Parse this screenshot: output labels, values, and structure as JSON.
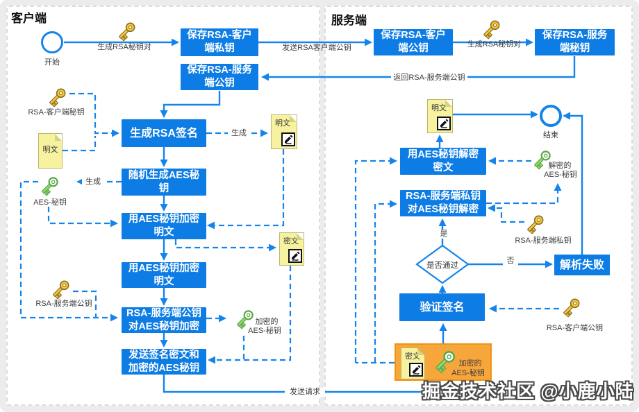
{
  "colors": {
    "accent": "#0d7ce4",
    "line": "#1584ea",
    "note_yellow": "#f6f2a0",
    "orange": "#f7a63b",
    "key_gold": "#f6c83b",
    "key_green": "#90da68"
  },
  "client": {
    "title": "客户端",
    "start": "开始",
    "nodes": {
      "save_client_private": "保存RSA-客户\n端私钥",
      "save_server_public": "保存RSA-服务\n端公钥",
      "gen_rsa_sign": "生成RSA签名",
      "gen_aes": "随机生成AES秘\n钥",
      "aes_encrypt1": "用AES秘钥加密\n明文",
      "aes_encrypt2": "用AES秘钥加密\n明文",
      "rsa_encrypt_aes": "RSA-服务端公钥\n对AES秘钥加密",
      "send_sign": "发送签名密文和\n加密的AES秘钥"
    },
    "notes": {
      "plain1": "明文",
      "plain2": "明文",
      "cipher": "密文"
    },
    "labels": {
      "gen_keypair": "生成RSA秘钥对",
      "send_pub": "发送RSA客户端公钥",
      "return_pub": "返回RSA-服务端公钥",
      "client_private_key": "RSA-客户端秘钥",
      "gen1": "生成",
      "gen2": "生成",
      "aes_key": "AES-秘钥",
      "server_pub_key": "RSA-服务端公钥",
      "enc1": "加密的",
      "enc2": "AES-秘钥",
      "send_request": "发送请求"
    }
  },
  "server": {
    "title": "服务端",
    "end": "结束",
    "nodes": {
      "save_client_public": "保存RSA-客户\n端公钥",
      "save_server_secret": "保存RSA-服务\n端秘钥",
      "aes_decrypt": "用AES秘钥解密\n密文",
      "rsa_decrypt_aes": "RSA-服务端私钥\n对AES秘钥解密",
      "check": "是否通过",
      "parse_fail": "解析失败",
      "verify_sign": "验证签名"
    },
    "notes": {
      "plain": "明文",
      "cipher": "密文"
    },
    "labels": {
      "gen_keypair": "生成RSA秘钥对",
      "dec1": "解密的",
      "dec2": "AES-秘钥",
      "server_private_key": "RSA-服务端私钥",
      "yes": "是",
      "no": "否",
      "client_pub_key": "RSA-客户端公钥",
      "enc1": "加密的",
      "enc2": "AES-秘钥"
    }
  },
  "watermark": "掘金技术社区 @小鹿小陆"
}
